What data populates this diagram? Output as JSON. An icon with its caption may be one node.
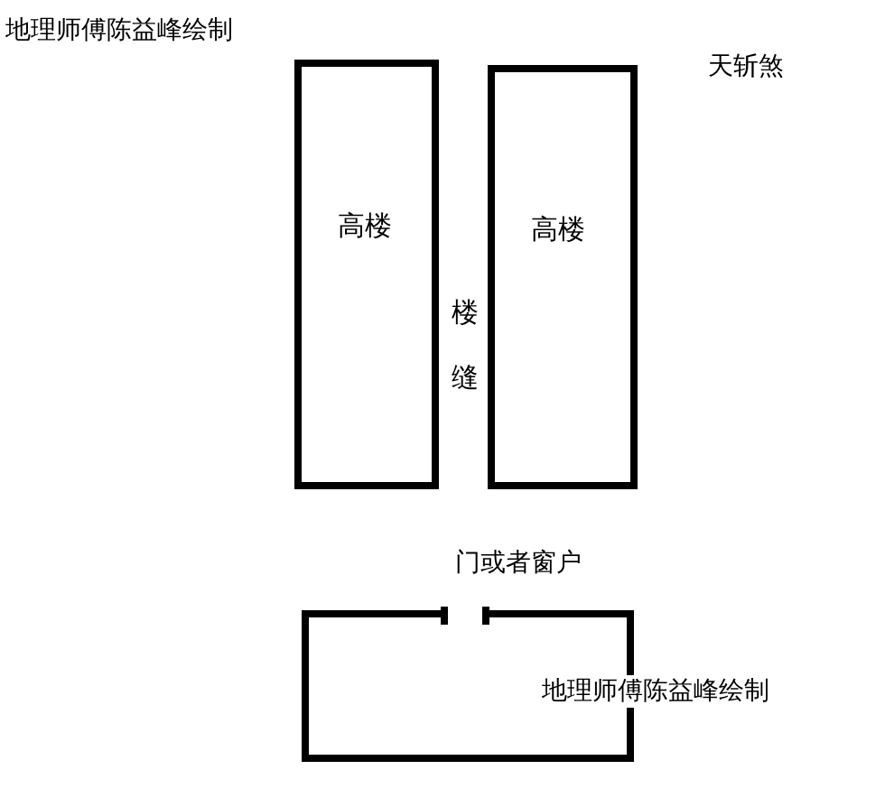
{
  "diagram": {
    "nodes": [
      {
        "text": [
          "高楼"
        ]
      },
      {
        "text": [
          "高楼"
        ]
      },
      {
        "text": [],
        "shape": "box"
      }
    ],
    "edges": [],
    "labels": [
      "地理师傅陈益峰绘制",
      "天斩煞",
      "楼缝",
      "门或者窗户",
      "地理师傅陈益峰绘制"
    ]
  }
}
